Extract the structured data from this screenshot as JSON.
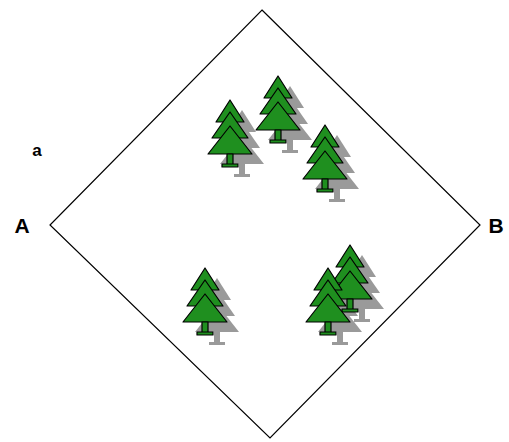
{
  "diagram": {
    "labels": [
      "a",
      "A",
      "B"
    ]
  }
}
